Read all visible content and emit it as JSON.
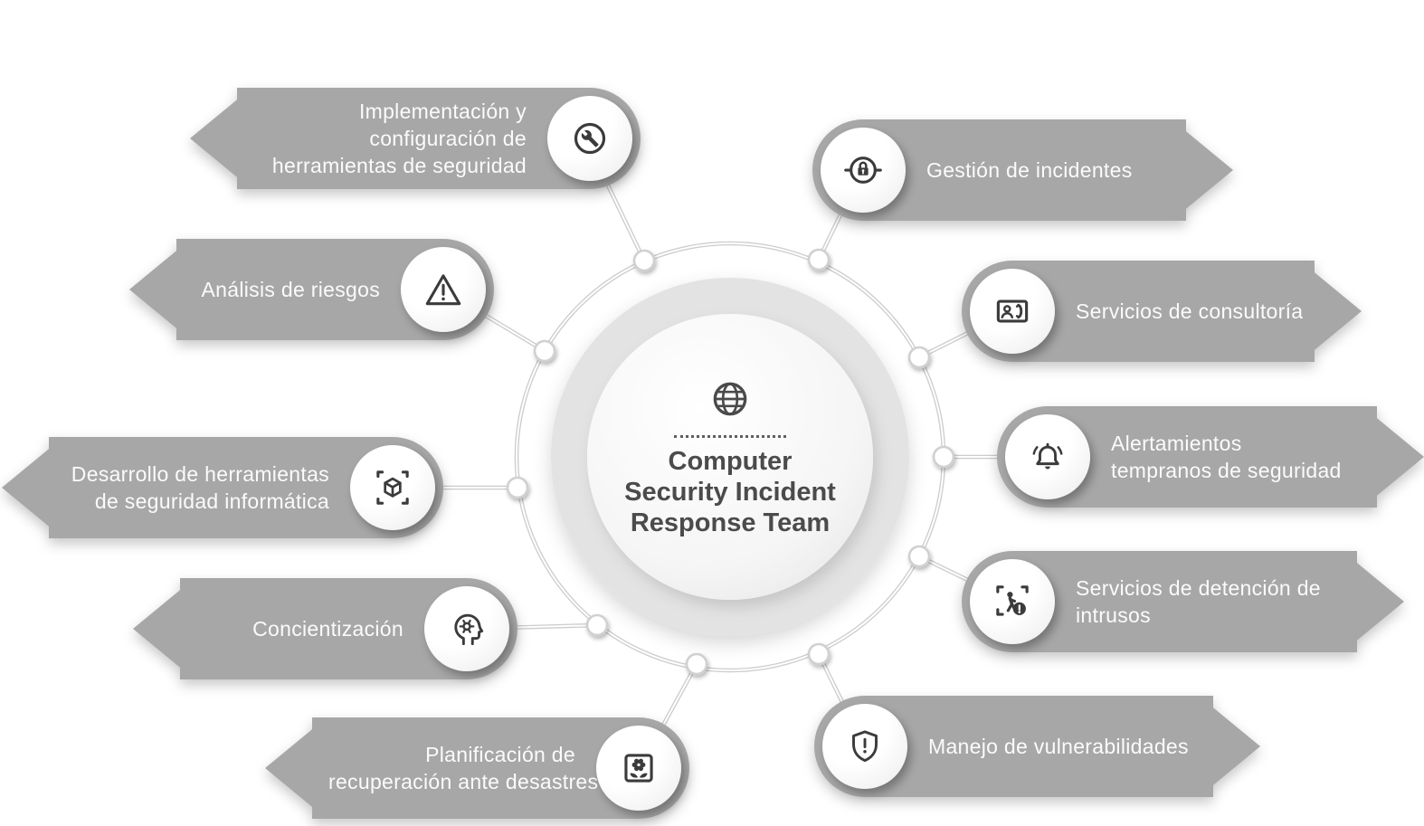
{
  "center": {
    "icon": "globe-icon",
    "title": "Computer Security Incident Response Team",
    "title_lines": [
      "Computer",
      "Security Incident",
      "Response Team"
    ]
  },
  "items": [
    {
      "side": "left",
      "icon": "wrench-icon",
      "label": "Implementación y configuración de herramientas de seguridad",
      "lines": [
        "Implementación y",
        "configuración de",
        "herramientas de seguridad"
      ]
    },
    {
      "side": "left",
      "icon": "warning-triangle-icon",
      "label": "Análisis de riesgos",
      "lines": [
        "Análisis de riesgos"
      ]
    },
    {
      "side": "left",
      "icon": "cube-scan-icon",
      "label": "Desarrollo de herramientas de seguridad informática",
      "lines": [
        "Desarrollo de herramientas",
        "de seguridad informática"
      ]
    },
    {
      "side": "left",
      "icon": "head-gear-icon",
      "label": "Concientización",
      "lines": [
        "Concientización"
      ]
    },
    {
      "side": "left",
      "icon": "flower-box-icon",
      "label": "Planificación de recuperación ante desastres",
      "lines": [
        "Planificación de",
        "recuperación ante desastres"
      ]
    },
    {
      "side": "right",
      "icon": "lock-scan-icon",
      "label": "Gestión de incidentes",
      "lines": [
        "Gestión de incidentes"
      ]
    },
    {
      "side": "right",
      "icon": "contact-phone-icon",
      "label": "Servicios de consultoría",
      "lines": [
        "Servicios de consultoría"
      ]
    },
    {
      "side": "right",
      "icon": "bell-icon",
      "label": "Alertamientos tempranos de seguridad",
      "lines": [
        "Alertamientos",
        "tempranos de seguridad"
      ]
    },
    {
      "side": "right",
      "icon": "intruder-alert-icon",
      "label": "Servicios de detención de intrusos",
      "lines": [
        "Servicios de detención de",
        "intrusos"
      ]
    },
    {
      "side": "right",
      "icon": "shield-alert-icon",
      "label": "Manejo de vulnerabilidades",
      "lines": [
        "Manejo de vulnerabilidades"
      ]
    }
  ],
  "colors": {
    "background": "#ffffff",
    "banner": "#a7a7a7",
    "banner_text": "#fbfbfb",
    "icon_stroke": "#3b3b3b",
    "ring": "#e3e3e3",
    "center_text": "#4b4b4b",
    "connector_line": "#cccccc",
    "node_stroke": "#d0d0d0"
  }
}
